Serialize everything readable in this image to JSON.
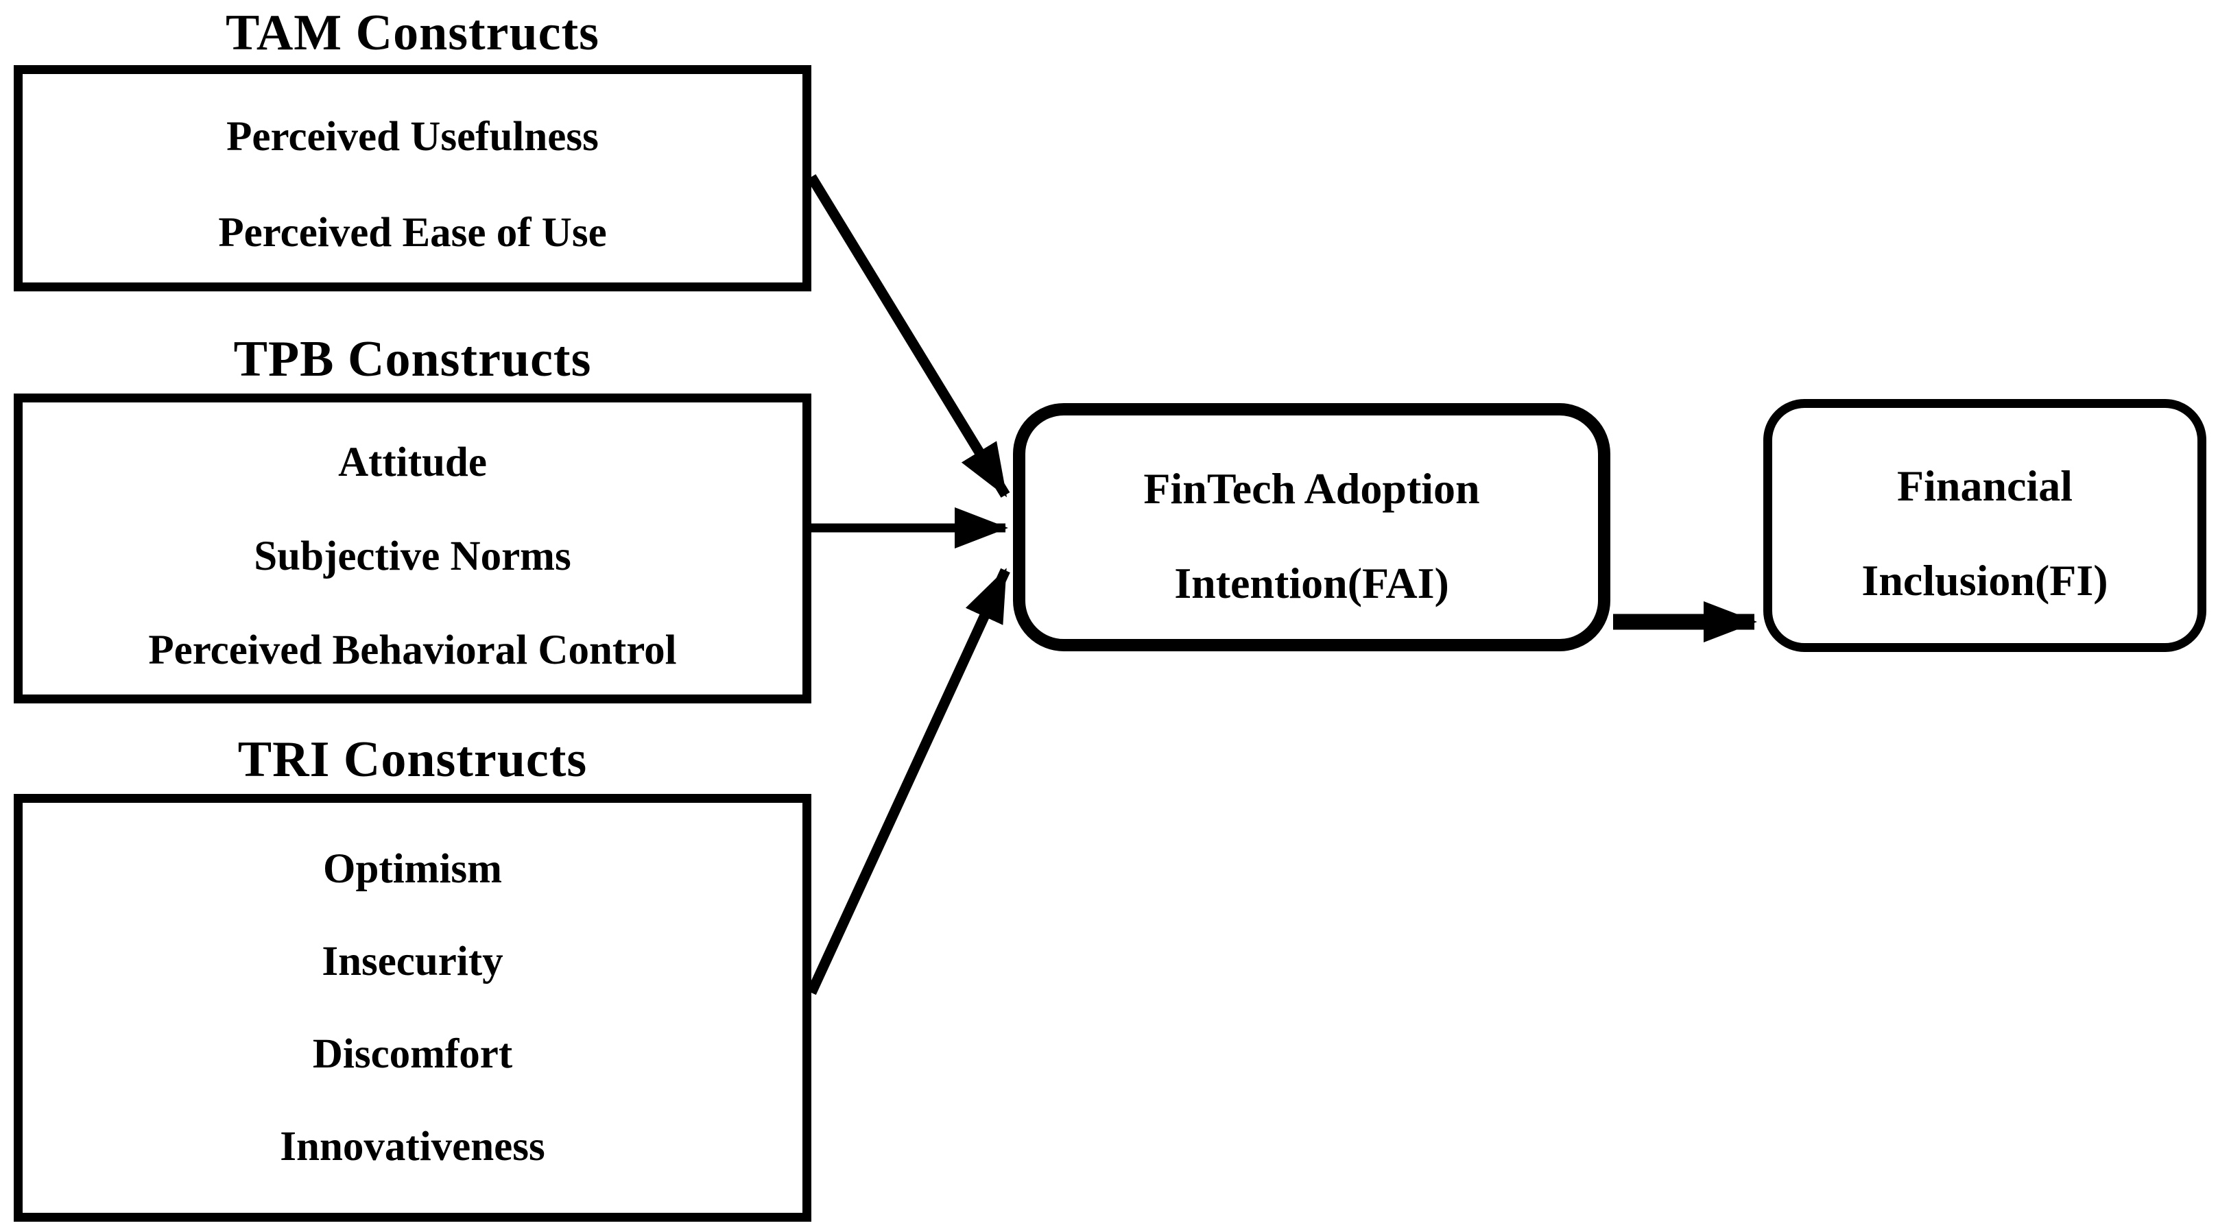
{
  "diagram": {
    "background_color": "#ffffff",
    "ink_color": "#000000",
    "groups": [
      {
        "id": "tam",
        "title": "TAM Constructs",
        "items": [
          "Perceived Usefulness",
          "Perceived Ease of Use"
        ]
      },
      {
        "id": "tpb",
        "title": "TPB Constructs",
        "items": [
          "Attitude",
          "Subjective Norms",
          "Perceived Behavioral Control"
        ]
      },
      {
        "id": "tri",
        "title": "TRI Constructs",
        "items": [
          "Optimism",
          "Insecurity",
          "Discomfort",
          "Innovativeness"
        ]
      }
    ],
    "nodes": [
      {
        "id": "fai",
        "lines": [
          "FinTech Adoption",
          "Intention(FAI)"
        ]
      },
      {
        "id": "fi",
        "lines": [
          "Financial",
          "Inclusion(FI)"
        ]
      }
    ],
    "relations": [
      {
        "from": "tam",
        "to": "fai"
      },
      {
        "from": "tpb",
        "to": "fai"
      },
      {
        "from": "tri",
        "to": "fai"
      },
      {
        "from": "fai",
        "to": "fi"
      }
    ]
  }
}
